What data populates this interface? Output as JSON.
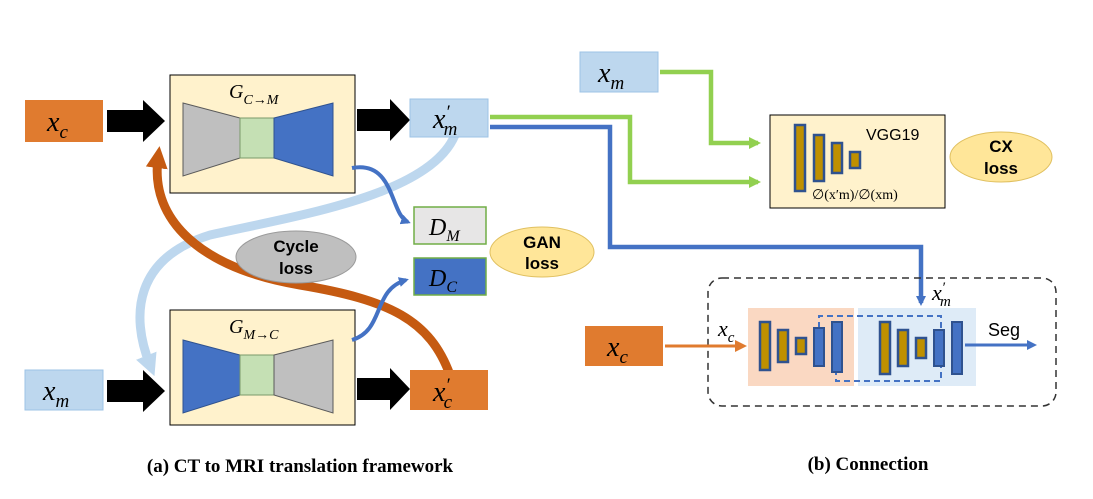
{
  "generators": {
    "ct_to_mri": {
      "base": "G",
      "sub": "C→M"
    },
    "mri_to_ct": {
      "base": "G",
      "sub": "M→C"
    }
  },
  "inputs": {
    "xc": {
      "base": "x",
      "sub": "c"
    },
    "xm": {
      "base": "x",
      "sub": "m"
    },
    "xm_prime": {
      "base": "x",
      "prime": "′",
      "sub": "m"
    },
    "xc_prime": {
      "base": "x",
      "prime": "′",
      "sub": "c"
    }
  },
  "discriminators": {
    "dm": {
      "base": "D",
      "sub": "M"
    },
    "dc": {
      "base": "D",
      "sub": "C"
    }
  },
  "losses": {
    "cycle": [
      "Cycle",
      "loss"
    ],
    "gan": [
      "GAN",
      "loss"
    ],
    "cx": [
      "CX",
      "loss"
    ]
  },
  "vgg": {
    "label": "VGG19",
    "formula": "∅(x′m)/∅(xm)"
  },
  "seg": {
    "input_label": {
      "base": "x",
      "sub": "c"
    },
    "feature_label": {
      "base": "x",
      "prime": "′",
      "sub": "m"
    },
    "output_label": "Seg"
  },
  "captions": {
    "left": "(a) CT to MRI translation framework",
    "right": "(b) Connection"
  },
  "colors": {
    "orange": "#E07B2F",
    "light_blue": "#BDD7EE",
    "generator_bg": "#FFF2CC",
    "dark_blue": "#4472C4",
    "gray": "#BFBFBF",
    "light_green": "#C5E0B4",
    "green_arrow": "#92D050",
    "rust_arrow": "#C55A11",
    "gold": "#BF9000",
    "gan_fill": "#FFE699"
  }
}
